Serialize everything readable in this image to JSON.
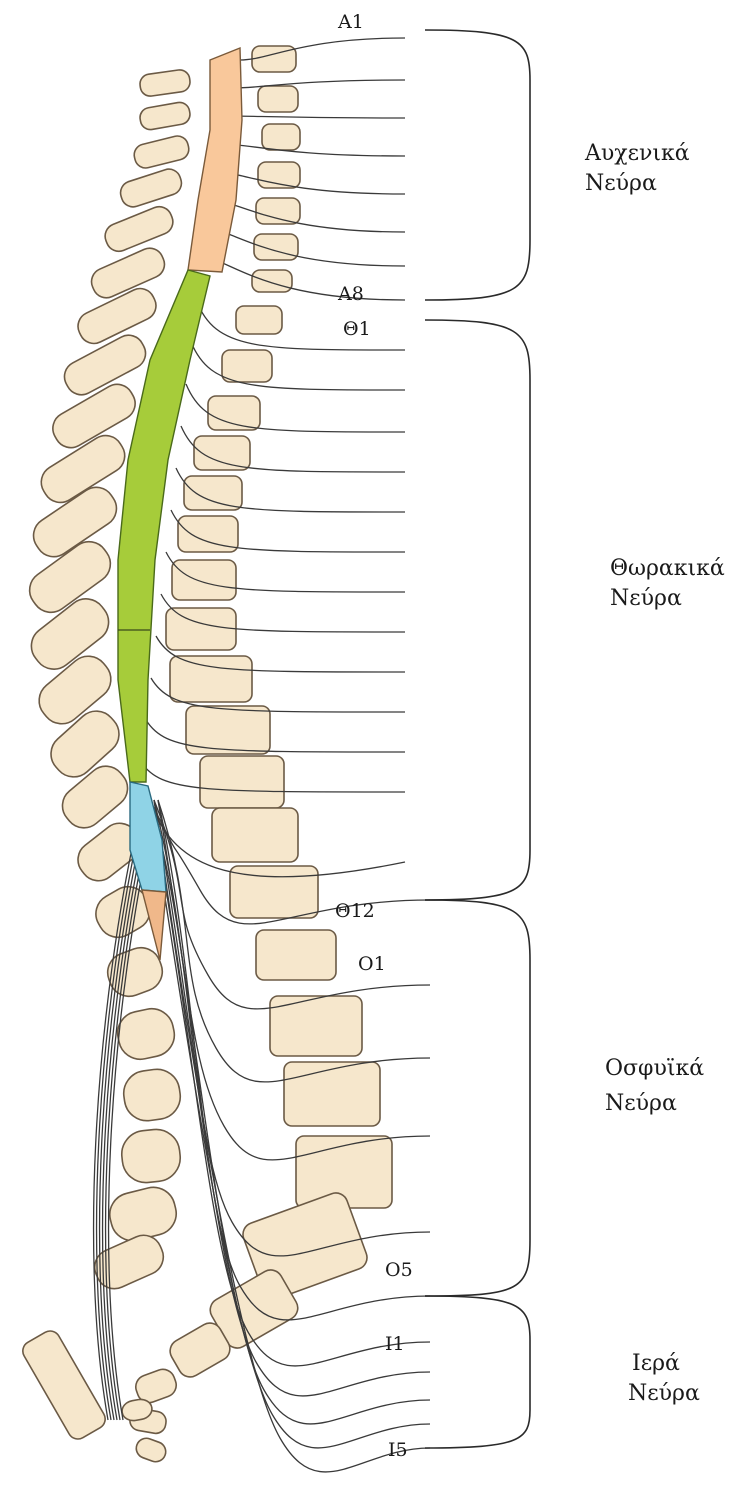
{
  "levels": {
    "a1": "A1",
    "a8": "A8",
    "t1": "Θ1",
    "t12": "Θ12",
    "l1": "O1",
    "l5": "O5",
    "s1": "I1",
    "s5": "I5"
  },
  "groups": {
    "cervical": {
      "line1": "Αυχενικά",
      "line2": "Νεύρα"
    },
    "thoracic": {
      "line1": "Θωρακικά",
      "line2": "Νεύρα"
    },
    "lumbar": {
      "line1": "Οσφυϊκά",
      "line2": "Νεύρα"
    },
    "sacral": {
      "line1": "Ιερά",
      "line2": "Νεύρα"
    }
  },
  "colors": {
    "cervical_cord": "#f9c89b",
    "thoracic_cord": "#a6cc3a",
    "lumbar_cord": "#8fd3e6",
    "cauda": "#f0b88a",
    "bone": "#f6e7cc"
  }
}
